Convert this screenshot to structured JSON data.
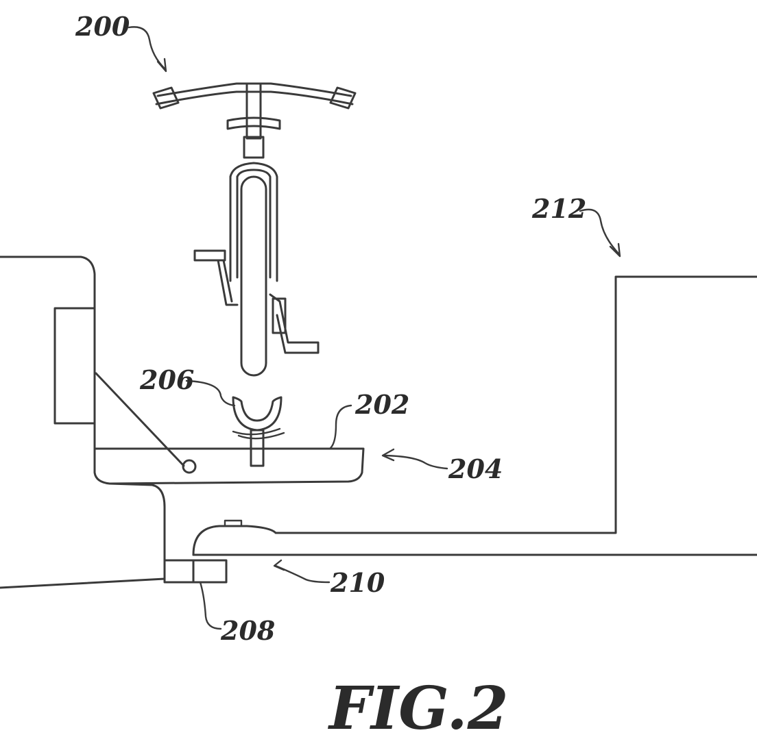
{
  "figure": {
    "caption": "FIG.2",
    "labels": {
      "bicycle": "200",
      "support_plate": "202",
      "carrier": "204",
      "wheel_cradle": "206",
      "hitch": "208",
      "coupler": "210",
      "towed_vehicle": "212"
    }
  }
}
